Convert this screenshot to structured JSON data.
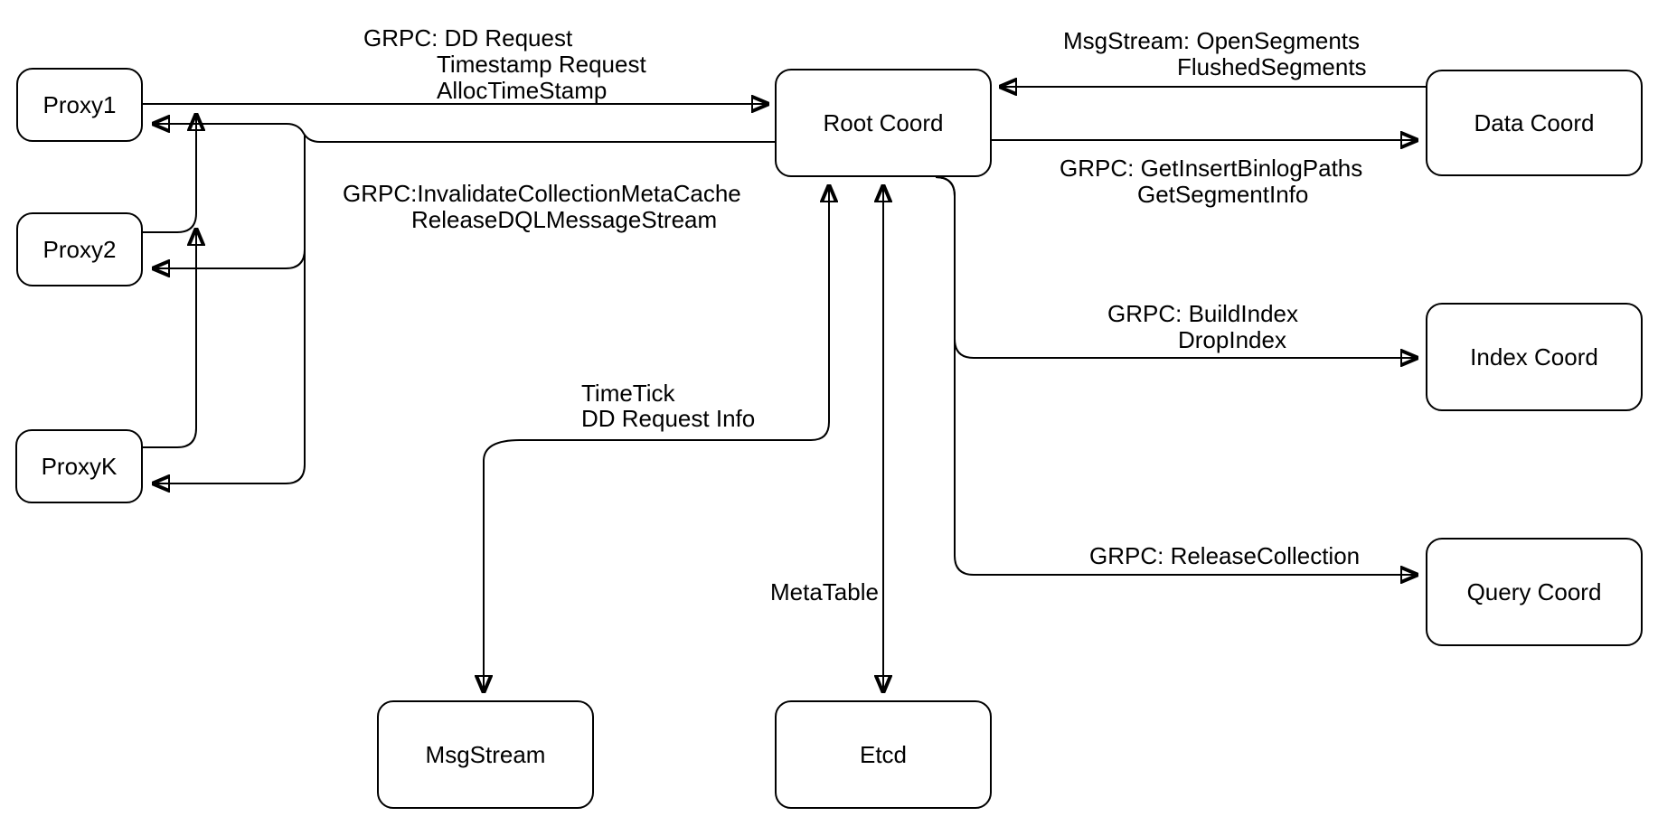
{
  "colors": {
    "background": "#ffffff",
    "stroke": "#000000",
    "text": "#000000"
  },
  "nodes": {
    "proxy1": "Proxy1",
    "proxy2": "Proxy2",
    "proxyk": "ProxyK",
    "root_coord": "Root Coord",
    "data_coord": "Data Coord",
    "index_coord": "Index Coord",
    "query_coord": "Query Coord",
    "msgstream": "MsgStream",
    "etcd": "Etcd"
  },
  "edge_labels": {
    "proxy_to_root": [
      "GRPC: DD Request",
      "Timestamp Request",
      "AllocTimeStamp"
    ],
    "root_to_proxy": [
      "GRPC:InvalidateCollectionMetaCache",
      "ReleaseDQLMessageStream"
    ],
    "data_to_root": [
      "MsgStream: OpenSegments",
      "FlushedSegments"
    ],
    "root_to_data": [
      "GRPC: GetInsertBinlogPaths",
      "GetSegmentInfo"
    ],
    "root_to_index": [
      "GRPC: BuildIndex",
      "DropIndex"
    ],
    "root_to_query": [
      "GRPC: ReleaseCollection"
    ],
    "root_to_msgstream": [
      "TimeTick",
      "DD Request Info"
    ],
    "root_to_etcd": [
      "MetaTable"
    ]
  }
}
